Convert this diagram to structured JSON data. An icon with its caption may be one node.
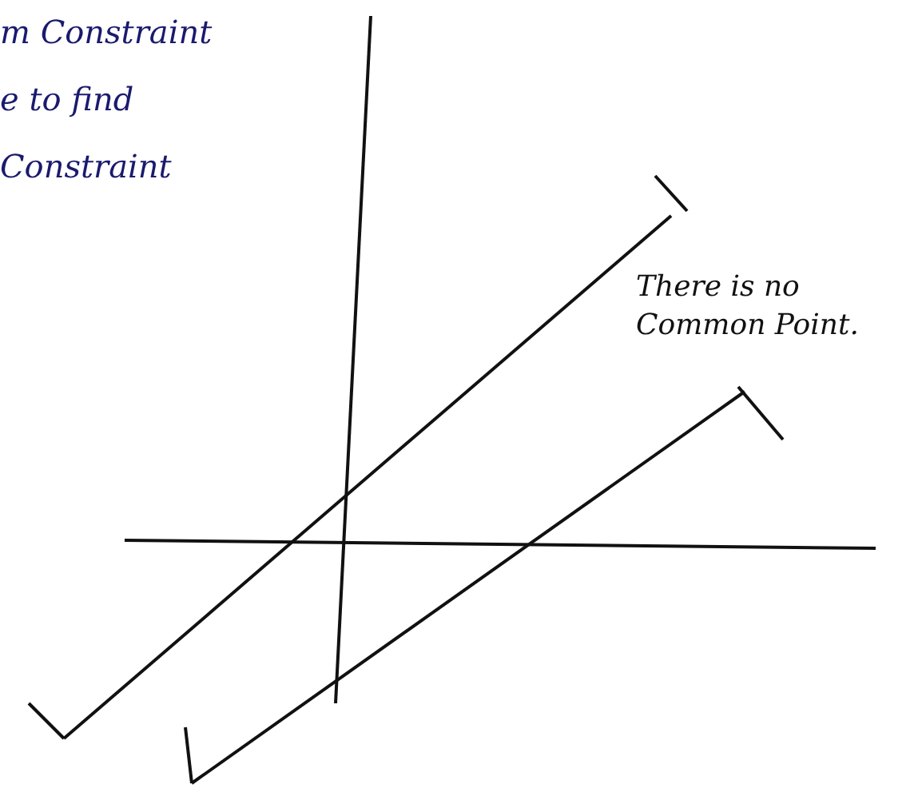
{
  "diagram": {
    "labels": [
      "m Constraint",
      "e to find",
      "Constraint",
      "There is no Common Point."
    ]
  }
}
